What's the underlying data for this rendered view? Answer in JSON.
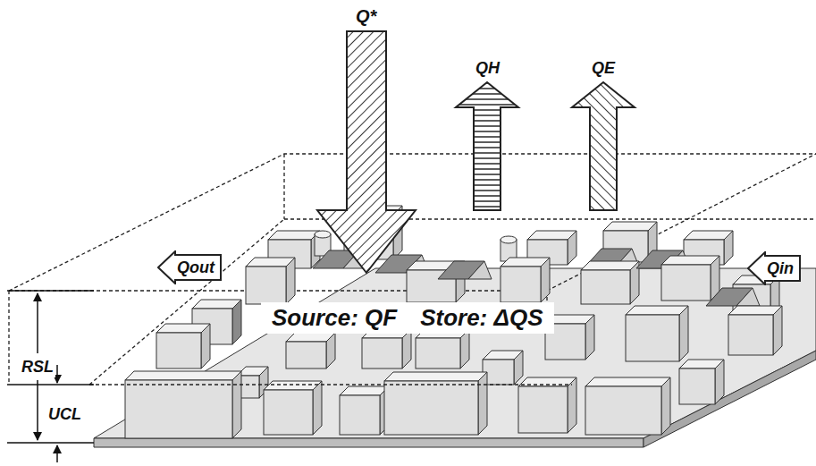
{
  "diagram": {
    "nodes": [
      {
        "text": [
          "Qout"
        ]
      },
      {
        "text": [
          "Qin"
        ]
      },
      {
        "text": [
          "Source: QF",
          "Store: ΔQS"
        ]
      }
    ],
    "labels": [
      "Q*",
      "QH",
      "QE",
      "RSL",
      "UCL"
    ]
  }
}
